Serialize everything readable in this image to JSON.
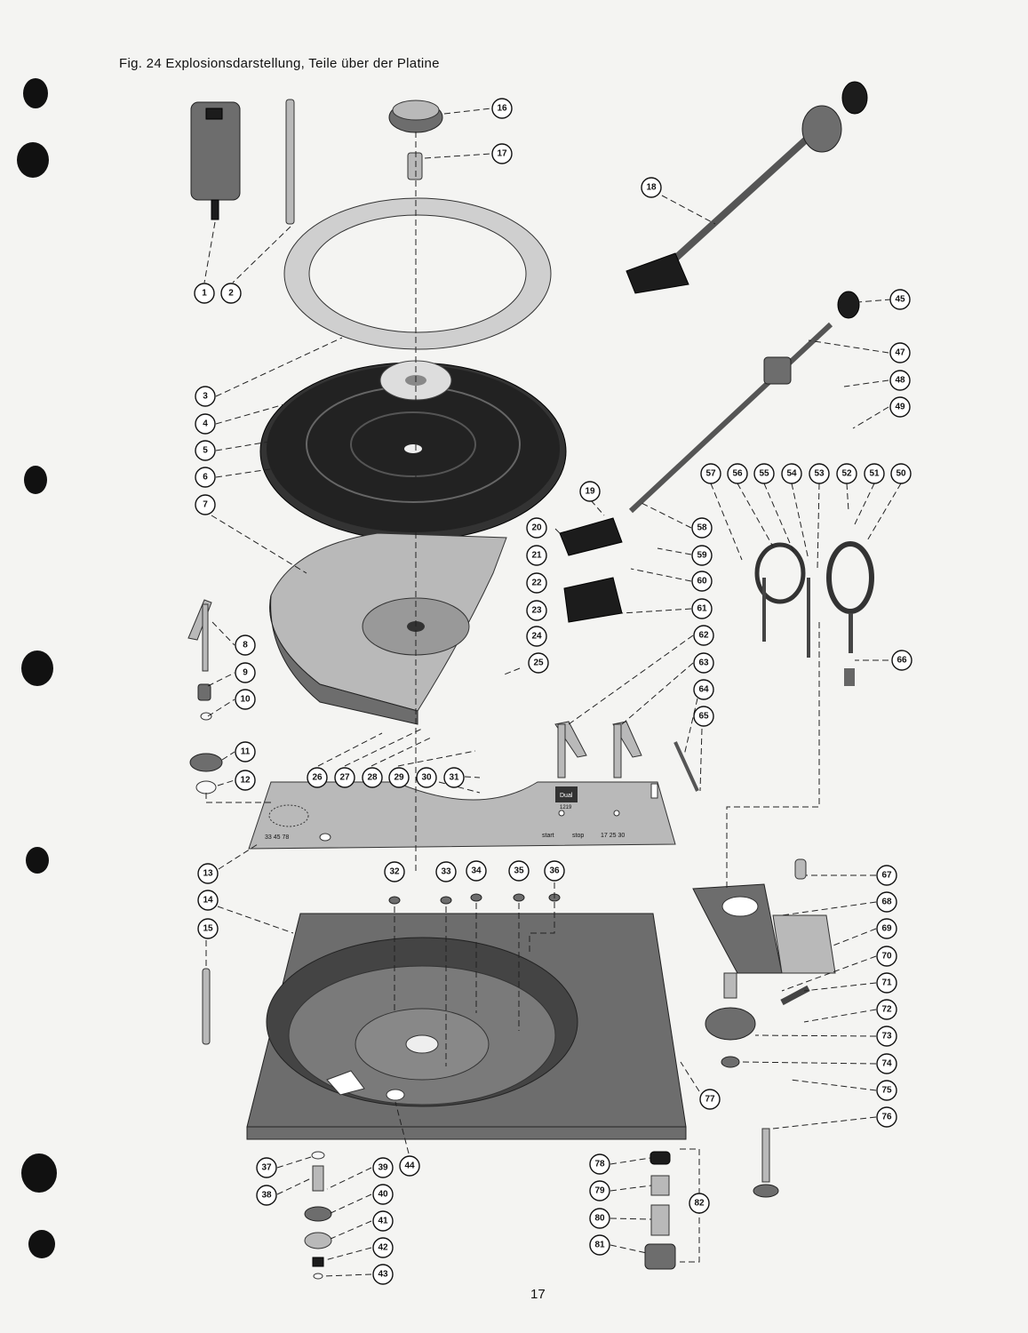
{
  "caption": "Fig. 24  Explosionsdarstellung, Teile über der Platine",
  "page_number": "17",
  "plate_labels": {
    "speeds": "33   45   78",
    "start": "start",
    "stop": "stop",
    "pitch": "17   25   30",
    "brand": "Dual",
    "model": "1219"
  },
  "colors": {
    "paper": "#f4f4f2",
    "ink": "#111111",
    "part_mid": "#6d6d6d",
    "part_light": "#b9b9b9"
  },
  "callouts": [
    {
      "n": "1"
    },
    {
      "n": "2"
    },
    {
      "n": "3"
    },
    {
      "n": "4"
    },
    {
      "n": "5"
    },
    {
      "n": "6"
    },
    {
      "n": "7"
    },
    {
      "n": "8"
    },
    {
      "n": "9"
    },
    {
      "n": "10"
    },
    {
      "n": "11"
    },
    {
      "n": "12"
    },
    {
      "n": "13"
    },
    {
      "n": "14"
    },
    {
      "n": "15"
    },
    {
      "n": "16"
    },
    {
      "n": "17"
    },
    {
      "n": "18"
    },
    {
      "n": "19"
    },
    {
      "n": "20"
    },
    {
      "n": "21"
    },
    {
      "n": "22"
    },
    {
      "n": "23"
    },
    {
      "n": "24"
    },
    {
      "n": "25"
    },
    {
      "n": "26"
    },
    {
      "n": "27"
    },
    {
      "n": "28"
    },
    {
      "n": "29"
    },
    {
      "n": "30"
    },
    {
      "n": "31"
    },
    {
      "n": "32"
    },
    {
      "n": "33"
    },
    {
      "n": "34"
    },
    {
      "n": "35"
    },
    {
      "n": "36"
    },
    {
      "n": "37"
    },
    {
      "n": "38"
    },
    {
      "n": "39"
    },
    {
      "n": "40"
    },
    {
      "n": "41"
    },
    {
      "n": "42"
    },
    {
      "n": "43"
    },
    {
      "n": "44"
    },
    {
      "n": "45"
    },
    {
      "n": "47"
    },
    {
      "n": "48"
    },
    {
      "n": "49"
    },
    {
      "n": "50"
    },
    {
      "n": "51"
    },
    {
      "n": "52"
    },
    {
      "n": "53"
    },
    {
      "n": "54"
    },
    {
      "n": "55"
    },
    {
      "n": "56"
    },
    {
      "n": "57"
    },
    {
      "n": "58"
    },
    {
      "n": "59"
    },
    {
      "n": "60"
    },
    {
      "n": "61"
    },
    {
      "n": "62"
    },
    {
      "n": "63"
    },
    {
      "n": "64"
    },
    {
      "n": "65"
    },
    {
      "n": "66"
    },
    {
      "n": "67"
    },
    {
      "n": "68"
    },
    {
      "n": "69"
    },
    {
      "n": "70"
    },
    {
      "n": "71"
    },
    {
      "n": "72"
    },
    {
      "n": "73"
    },
    {
      "n": "74"
    },
    {
      "n": "75"
    },
    {
      "n": "76"
    },
    {
      "n": "77"
    },
    {
      "n": "78"
    },
    {
      "n": "79"
    },
    {
      "n": "80"
    },
    {
      "n": "81"
    },
    {
      "n": "82"
    }
  ]
}
